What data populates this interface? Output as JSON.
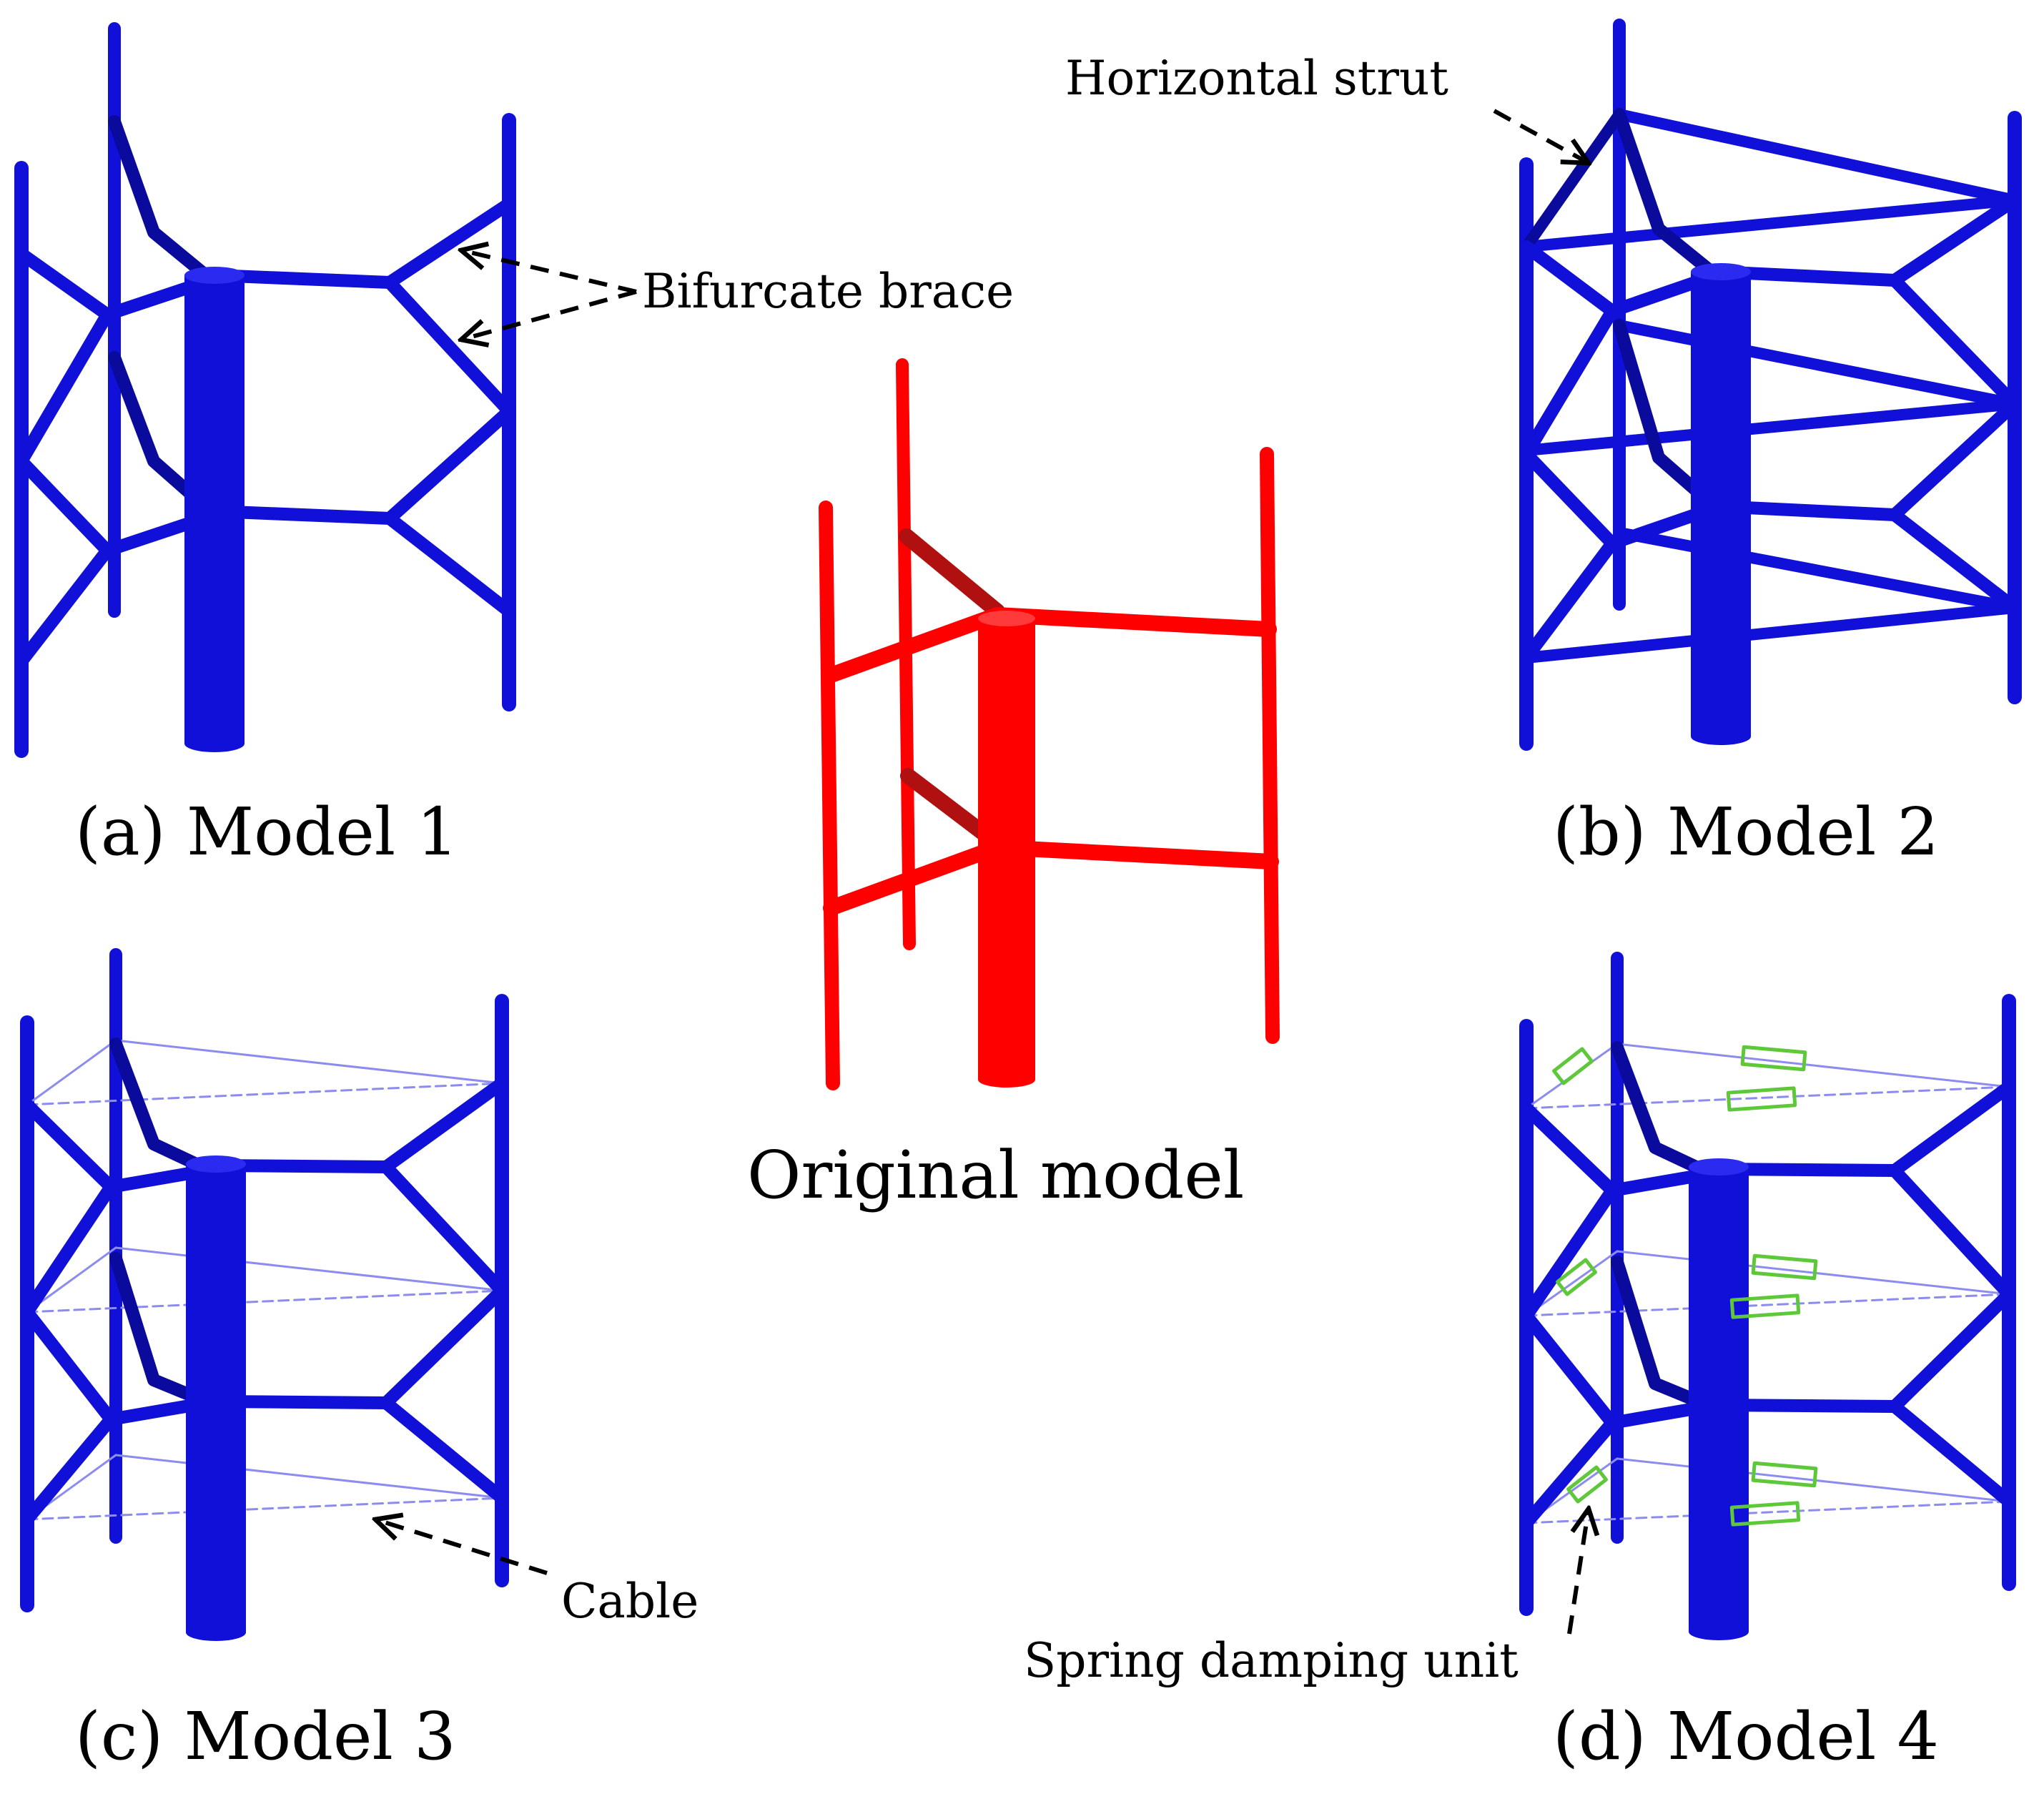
{
  "captions": {
    "model1": "(a) Model 1",
    "model2": "(b) Model 2",
    "model3": "(c) Model 3",
    "model4": "(d) Model 4",
    "original": "Original model"
  },
  "callouts": {
    "bifurcate_brace": "Bifurcate brace",
    "horizontal_strut": "Horizontal strut",
    "cable": "Cable",
    "spring_damping_unit": "Spring damping unit"
  },
  "colors": {
    "frame_blue": "#1010d8",
    "frame_blue_dark": "#0a0a9c",
    "original_red": "#ff0000",
    "original_red_dark": "#b01010",
    "cable_line": "#8c8cf0",
    "spring_unit": "#5ec83a",
    "text": "#000000"
  }
}
